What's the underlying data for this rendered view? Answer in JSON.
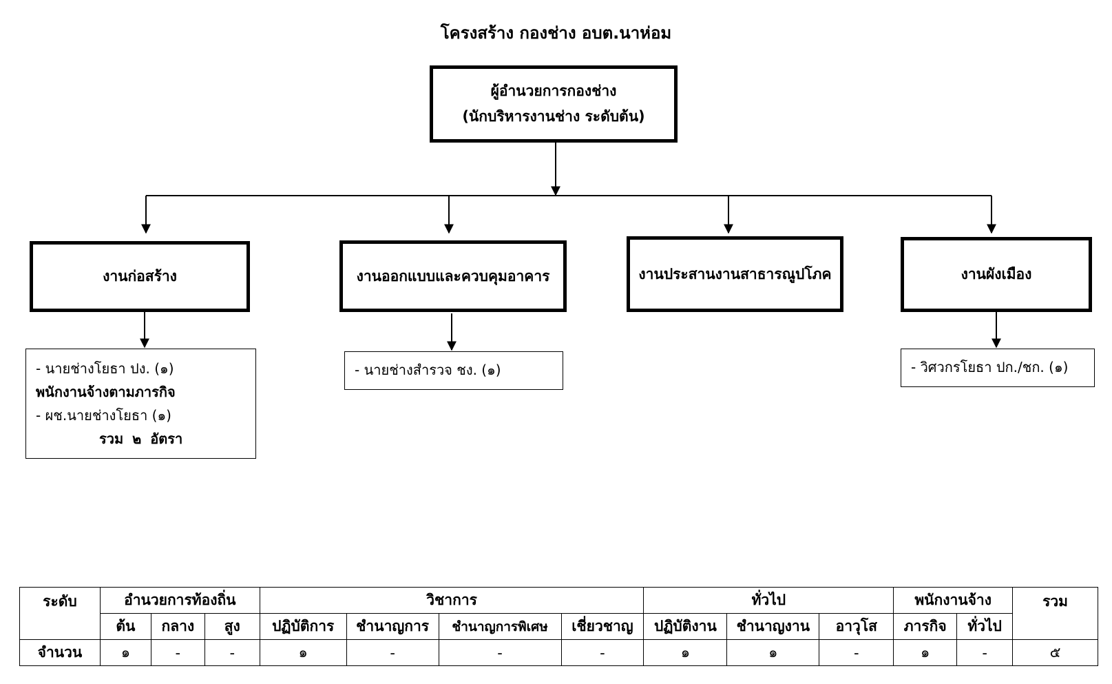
{
  "title": "โครงสร้าง กองช่าง อบต.นาห่อม",
  "director": {
    "line1": "ผู้อำนวยการกองช่าง",
    "line2": "(นักบริหารงานช่าง ระดับต้น)"
  },
  "divisions": [
    {
      "label": "งานก่อสร้าง"
    },
    {
      "label": "งานออกแบบและควบคุมอาคาร"
    },
    {
      "label": "งานประสานงานสาธารณูปโภค"
    },
    {
      "label": "งานผังเมือง"
    }
  ],
  "construction_staff": {
    "line1": "- นายช่างโยธา ปง. (๑)",
    "line2": "พนักงานจ้างตามภารกิจ",
    "line3": "- ผช.นายช่างโยธา (๑)",
    "total": "รวม ๒ อัตรา"
  },
  "design_staff": {
    "line1": "- นายช่างสำรวจ ชง. (๑)"
  },
  "planning_staff": {
    "line1": "- วิศวกรโยธา ปก./ชก. (๑)"
  },
  "table": {
    "level_label": "ระดับ",
    "count_label": "จำนวน",
    "total_label": "รวม",
    "groups": {
      "local_director": "อำนวยการท้องถิ่น",
      "academic": "วิชาการ",
      "general": "ทั่วไป",
      "employee": "พนักงานจ้าง"
    },
    "subheaders": [
      "ต้น",
      "กลาง",
      "สูง",
      "ปฏิบัติการ",
      "ชำนาญการ",
      "ชำนาญการพิเศษ",
      "เชี่ยวชาญ",
      "ปฏิบัติงาน",
      "ชำนาญงาน",
      "อาวุโส",
      "ภารกิจ",
      "ทั่วไป"
    ],
    "counts": [
      "๑",
      "-",
      "-",
      "๑",
      "-",
      "-",
      "-",
      "๑",
      "๑",
      "-",
      "๑",
      "-"
    ],
    "total": "๕"
  }
}
